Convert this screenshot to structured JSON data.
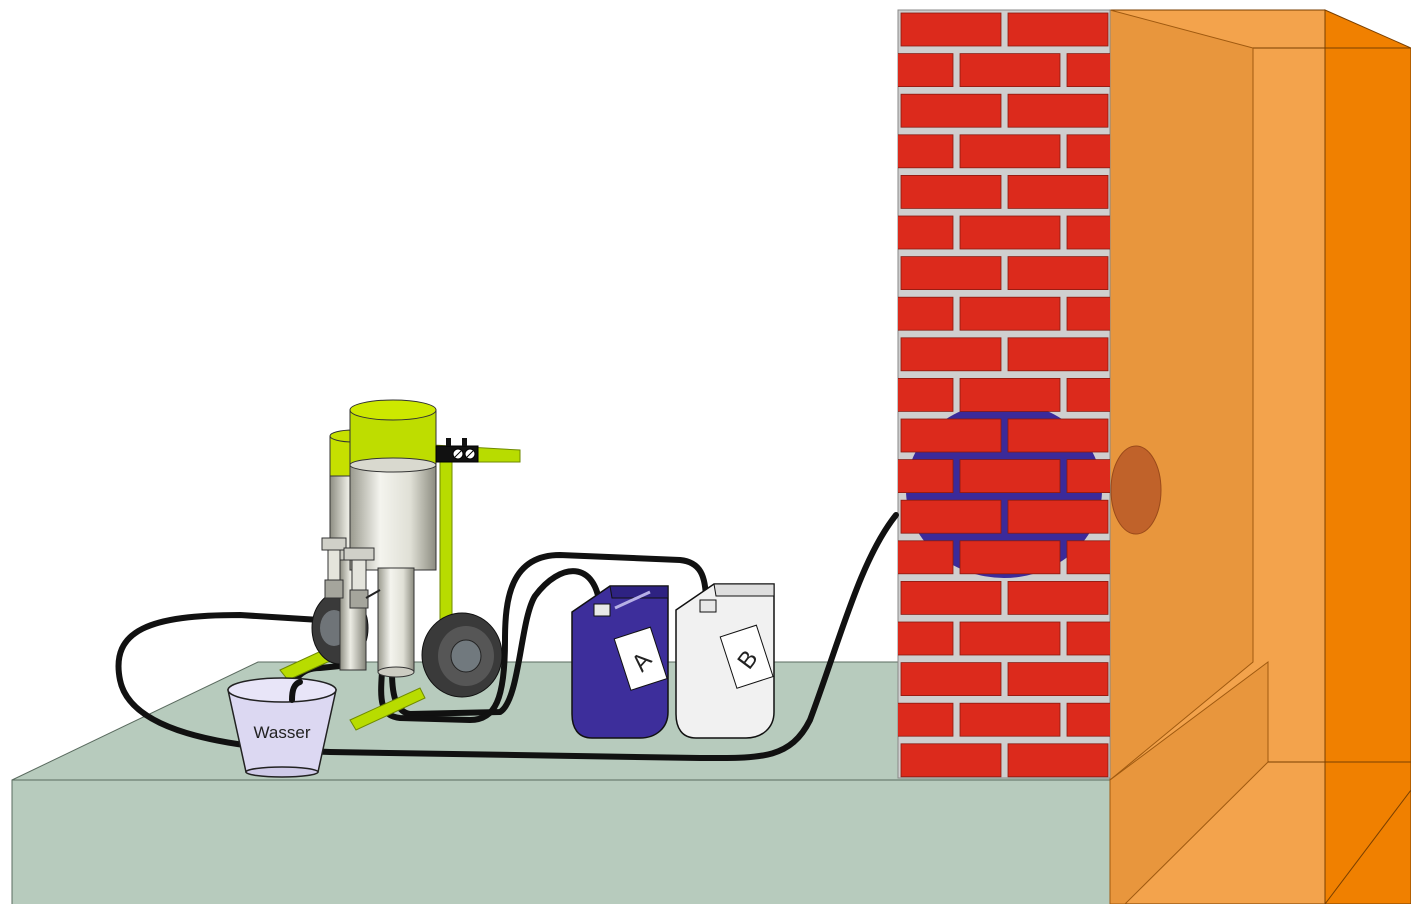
{
  "labels": {
    "bucket": "Wasser",
    "canister_a": "A",
    "canister_b": "B"
  },
  "colors": {
    "floor_top": "#b7cbbd",
    "floor_front": "#b7cbbd",
    "brick": "#dc2a1c",
    "mortar": "#cfcfcf",
    "injected_resin": "#3b2a9a",
    "wall_face": "#e8963d",
    "wall_light": "#f3a34c",
    "wall_side": "#f08000",
    "pump_frame": "#b8dc00",
    "canister_a": "#3d2e9b",
    "canister_b": "#f1f1f1",
    "bucket": "#dcd8f2",
    "hose": "#111111",
    "wheel": "#3a3a3a"
  }
}
